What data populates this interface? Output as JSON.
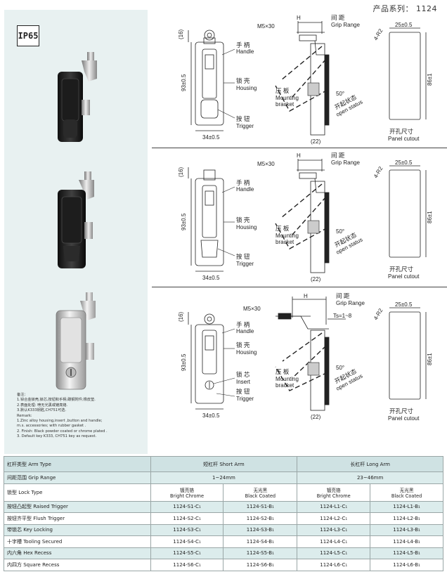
{
  "header": {
    "series": "产品系列： 1124"
  },
  "left": {
    "badge": "IP65",
    "notes": [
      "备注：",
      "1.锌合金锁壳,锁芯,按钮和手柄;碳钢附件;橡皮垫.",
      "2.表面处理: 喷无光黑或镀亮铬.",
      "3.默认K333钥匙,CH751可选.",
      "Remark:",
      "1.Zinc alloy housing,insert ,button and handle;",
      "m.s. accessories; with rubber gasket .",
      "2. Finish: Black powder coated or chrome plated .",
      "3. Default key K333, CH751 key as request."
    ]
  },
  "diagram1": {
    "h": "H",
    "m5": "M5×30",
    "grip_cn": "间 距",
    "grip_en": "Grip Range",
    "d16": "(16)",
    "d93": "93±0.5",
    "d34": "34±0.5",
    "handle_cn": "手 柄",
    "handle_en": "Handle",
    "housing_cn": "锁 壳",
    "housing_en": "Housing",
    "trigger_cn": "按 钮",
    "trigger_en": "Trigger",
    "bracket_cn": "压 板",
    "bracket_en1": "Mounting",
    "bracket_en2": "bracket",
    "angle": "50°",
    "open_cn": "开起状态",
    "open_en": "open status",
    "d22": "(22)",
    "r2": "4-R2",
    "d25": "25±0.5",
    "d86": "86±1",
    "cutout_cn": "开孔尺寸",
    "cutout_en": "Panel cutout"
  },
  "diagram2": {
    "h": "H",
    "m5": "M5×30",
    "grip_cn": "间 距",
    "grip_en": "Grip Range",
    "d16": "(16)",
    "d93": "93±0.5",
    "d34": "34±0.5",
    "handle_cn": "手 柄",
    "handle_en": "Handle",
    "housing_cn": "锁 壳",
    "housing_en": "Housing",
    "trigger_cn": "按 钮",
    "trigger_en": "Trigger",
    "bracket_cn": "压 板",
    "bracket_en1": "Mounting",
    "bracket_en2": "bracket",
    "angle": "50°",
    "open_cn": "开起状态",
    "open_en": "open status",
    "d22": "(22)",
    "r2": "4-R2",
    "d25": "25±0.5",
    "d86": "86±1",
    "cutout_cn": "开孔尺寸",
    "cutout_en": "Panel cutout"
  },
  "diagram3": {
    "h": "H",
    "m5": "M5×30",
    "grip_cn": "间 距",
    "grip_en": "Grip Range",
    "ts": "Ts=1~8",
    "d16": "(16)",
    "d93": "93±0.5",
    "d34": "34±0.5",
    "handle_cn": "手 柄",
    "handle_en": "Handle",
    "housing_cn": "锁 壳",
    "housing_en": "Housing",
    "insert_cn": "锁 芯",
    "insert_en": "Insert",
    "trigger_cn": "按 钮",
    "trigger_en": "Trigger",
    "bracket_cn": "压 板",
    "bracket_en1": "Mounting",
    "bracket_en2": "bracket",
    "angle": "50°",
    "open_cn": "开起状态",
    "open_en": "open status",
    "d22": "(22)",
    "r2": "4-R2",
    "d25": "25±0.5",
    "d86": "86±1",
    "cutout_cn": "开孔尺寸",
    "cutout_en": "Panel cutout"
  },
  "table": {
    "arm_type": "杠杆类型 Arm Type",
    "short_arm": "短杠杆 Short Arm",
    "long_arm": "长杠杆 Long Arm",
    "grip_range": "间距范围 Grip Range",
    "short_grip": "1~24mm",
    "long_grip": "23~46mm",
    "lock_type": "锁型 Lock Type",
    "bright_cn": "镀亮铬",
    "bright_en": "Bright Chrome",
    "black_cn": "无光黑",
    "black_en": "Black Coated",
    "rows": [
      {
        "label": "按钮凸起型 Raised Trigger",
        "c1": "1124-S1-C₁",
        "c2": "1124-S1-B₁",
        "c3": "1124-L1-C₁",
        "c4": "1124-L1-B₁"
      },
      {
        "label": "按钮齐平型 Flush Trigger",
        "c1": "1124-S2-C₁",
        "c2": "1124-S2-B₁",
        "c3": "1124-L2-C₁",
        "c4": "1124-L2-B₁"
      },
      {
        "label": "带锁芯 Key Locking",
        "c1": "1124-S3-C₁",
        "c2": "1124-S3-B₁",
        "c3": "1124-L3-C₁",
        "c4": "1124-L3-B₁"
      },
      {
        "label": "十字槽 Tooling Secured",
        "c1": "1124-S4-C₁",
        "c2": "1124-S4-B₁",
        "c3": "1124-L4-C₁",
        "c4": "1124-L4-B₁"
      },
      {
        "label": "内六角 Hex Recess",
        "c1": "1124-S5-C₁",
        "c2": "1124-S5-B₁",
        "c3": "1124-L5-C₁",
        "c4": "1124-L5-B₁"
      },
      {
        "label": "内四方 Square Recess",
        "c1": "1124-S6-C₁",
        "c2": "1124-S6-B₁",
        "c3": "1124-L6-C₁",
        "c4": "1124-L6-B₁"
      }
    ]
  },
  "colors": {
    "panel": "#e8f1f1",
    "table_header": "#cfe2e3",
    "table_alt": "#dcecec",
    "line": "#222222"
  }
}
